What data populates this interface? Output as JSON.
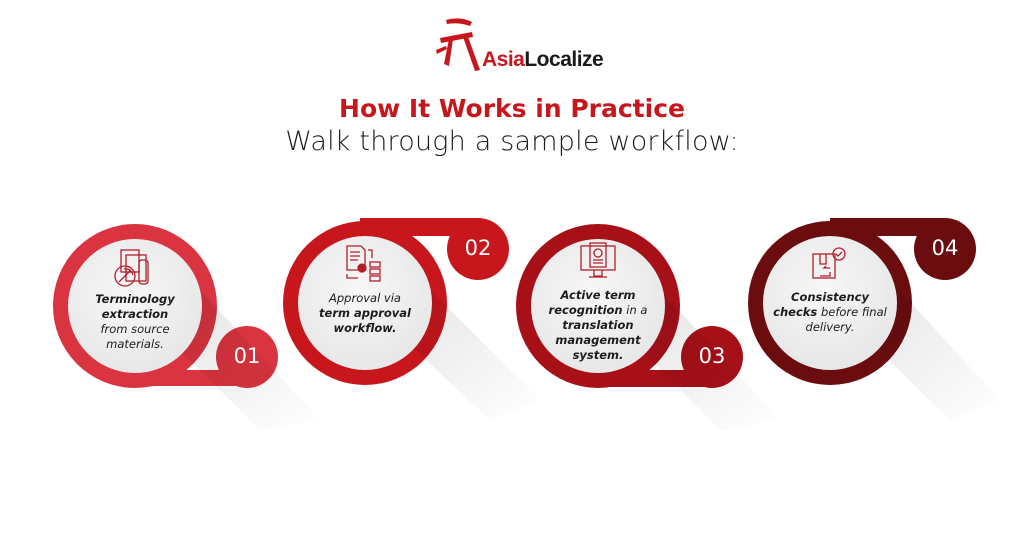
{
  "brand": {
    "name_part1": "Asia",
    "name_part2": "Localize",
    "accent": "#c8161d"
  },
  "header": {
    "title": "How It Works in Practice",
    "subtitle": "Walk through a sample workflow:"
  },
  "steps": [
    {
      "number": "01",
      "icon": "document-extraction-pickaxe-icon",
      "bold": "Terminology extraction",
      "rest": "from source materials.",
      "color": "#d9343f"
    },
    {
      "number": "02",
      "icon": "approval-workflow-icon",
      "pre": "Approval via",
      "bold": "term approval workflow.",
      "color": "#c8161d"
    },
    {
      "number": "03",
      "icon": "monitor-translation-icon",
      "bold": "Active term recognition",
      "mid": "in a",
      "bold2": "translation management system.",
      "color": "#a81018"
    },
    {
      "number": "04",
      "icon": "package-check-icon",
      "bold": "Consistency checks",
      "rest": "before final delivery.",
      "color": "#6b0d0f"
    }
  ]
}
